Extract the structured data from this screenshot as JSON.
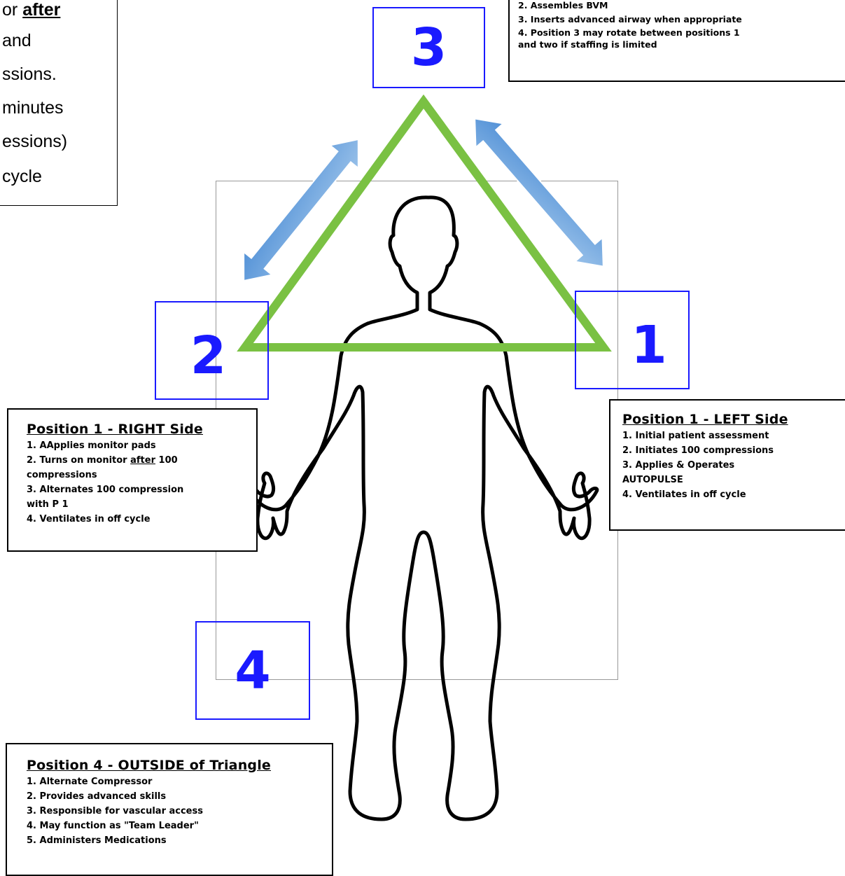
{
  "note_box": {
    "lines": [
      {
        "pre": "or ",
        "emph": "after"
      },
      {
        "pre": "and",
        "emph": ""
      },
      {
        "pre": "ssions.",
        "emph": ""
      },
      {
        "pre": "minutes",
        "emph": ""
      },
      {
        "pre": "essions)",
        "emph": ""
      },
      {
        "pre": "cycle",
        "emph": ""
      }
    ]
  },
  "position3_box": {
    "items": [
      "2. Assembles BVM",
      "3. Inserts advanced airway when appropriate",
      "4. Position 3 may rotate between positions 1",
      "and two if staffing is limited"
    ]
  },
  "markers": {
    "m1": "1",
    "m2": "2",
    "m3": "3",
    "m4": "4"
  },
  "right_side_box": {
    "title": "Position 1 - RIGHT  Side",
    "items": [
      {
        "pre": "1. AApplies monitor pads",
        "emph": "",
        "post": ""
      },
      {
        "pre": "2. Turns on monitor ",
        "emph": "after",
        "post": " 100"
      },
      {
        "pre": "compressions",
        "emph": "",
        "post": ""
      },
      {
        "pre": "3. Alternates 100 compression",
        "emph": "",
        "post": ""
      },
      {
        "pre": "with P 1",
        "emph": "",
        "post": ""
      },
      {
        "pre": "4. Ventilates in off cycle",
        "emph": "",
        "post": ""
      }
    ]
  },
  "left_side_box": {
    "title": "Position 1 - LEFT Side",
    "items": [
      "1. Initial patient assessment",
      "2. Initiates 100 compressions",
      "3. Applies & Operates",
      "AUTOPULSE",
      "4. Ventilates in off cycle"
    ]
  },
  "outside_box": {
    "title": "Position 4 - OUTSIDE of Triangle",
    "items": [
      "1. Alternate Compressor",
      "2. Provides advanced skills",
      "3. Responsible for vascular access",
      "4. May function as \"Team Leader\"",
      "5. Administers Medications"
    ]
  },
  "colors": {
    "triangle": "#7ac143",
    "arrow": "#6fa8dc",
    "marker": "#1a1aff"
  }
}
